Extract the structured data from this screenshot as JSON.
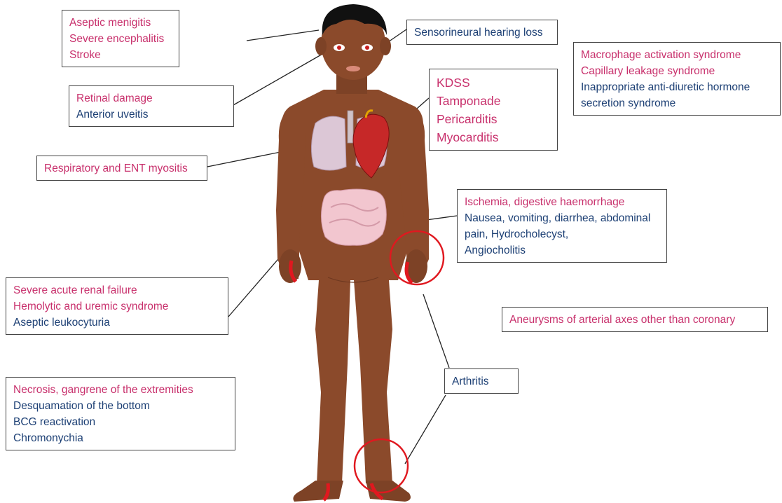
{
  "boxes": {
    "neuro": [
      {
        "text": "Aseptic menigitis",
        "tone": "pink"
      },
      {
        "text": "Severe encephalitis",
        "tone": "pink"
      },
      {
        "text": "Stroke",
        "tone": "pink"
      }
    ],
    "ear": [
      {
        "text": "Sensorineural hearing loss",
        "tone": "navy"
      }
    ],
    "eye": [
      {
        "text": "Retinal damage",
        "tone": "pink"
      },
      {
        "text": "Anterior uveitis",
        "tone": "navy"
      }
    ],
    "heart": [
      {
        "text": "KDSS",
        "tone": "pink"
      },
      {
        "text": "Tamponade",
        "tone": "pink"
      },
      {
        "text": "Pericarditis",
        "tone": "pink"
      },
      {
        "text": "Myocarditis",
        "tone": "pink"
      }
    ],
    "systemic": [
      {
        "text": "Macrophage activation syndrome",
        "tone": "pink"
      },
      {
        "text": "Capillary leakage syndrome",
        "tone": "pink"
      },
      {
        "text": "Inappropriate anti-diuretic hormone",
        "tone": "navy"
      },
      {
        "text": "secretion syndrome",
        "tone": "navy"
      }
    ],
    "respiratory": [
      {
        "text": "Respiratory and ENT myositis",
        "tone": "pink"
      }
    ],
    "digestive": [
      {
        "text": "Ischemia, digestive haemorrhage",
        "tone": "pink"
      },
      {
        "text": "Nausea, vomiting, diarrhea, abdominal",
        "tone": "navy"
      },
      {
        "text": "pain, Hydrocholecyst,",
        "tone": "navy"
      },
      {
        "text": "Angiocholitis",
        "tone": "navy"
      }
    ],
    "renal": [
      {
        "text": "Severe acute renal failure",
        "tone": "pink"
      },
      {
        "text": "Hemolytic and uremic syndrome",
        "tone": "pink"
      },
      {
        "text": "Aseptic leukocyturia",
        "tone": "navy"
      }
    ],
    "aneurysm": [
      {
        "text": "Aneurysms of arterial axes other than coronary",
        "tone": "pink"
      }
    ],
    "arthritis": [
      {
        "text": "Arthritis",
        "tone": "navy"
      }
    ],
    "skin": [
      {
        "text": "Necrosis, gangrene of the extremities",
        "tone": "pink"
      },
      {
        "text": "Desquamation of the bottom",
        "tone": "navy"
      },
      {
        "text": "BCG reactivation",
        "tone": "navy"
      },
      {
        "text": "Chromonychia",
        "tone": "navy"
      }
    ]
  },
  "colors": {
    "pink": "#c8306c",
    "navy": "#1c3f74",
    "skin": "#8b4a2b",
    "skin_dark": "#6e3820",
    "hair": "#111111",
    "lung": "#dcc7d6",
    "heart": "#c62828",
    "intestine": "#f2c6cf",
    "highlight": "#e0181f"
  }
}
